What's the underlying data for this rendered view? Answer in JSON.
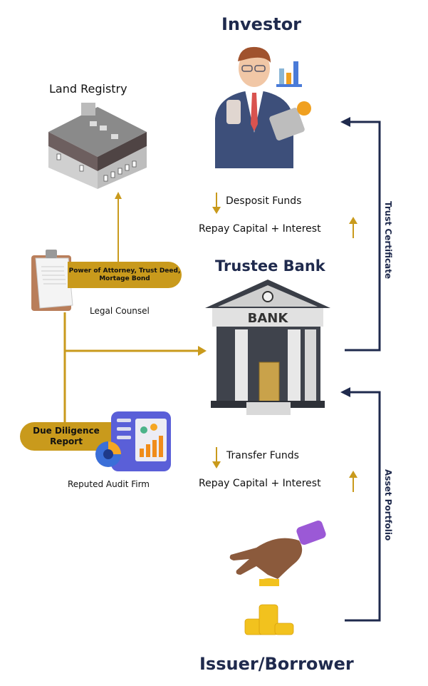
{
  "nodes": {
    "investor": {
      "title": "Investor"
    },
    "trustee_bank": {
      "title": "Trustee Bank",
      "building_sign": "BANK"
    },
    "issuer": {
      "title": "Issuer/Borrower"
    },
    "land_registry": {
      "title": "Land Registry"
    },
    "legal_counsel": {
      "label": "Legal Counsel",
      "documents": "Power of Attorney, Trust Deed, Mortgage Bond",
      "documents_line1": "Power of Attorney, Trust Deed,",
      "documents_line2": "Mortage Bond"
    },
    "audit_firm": {
      "label": "Reputed Audit Firm",
      "report_line1": "Due Diligence",
      "report_line2": "Report"
    }
  },
  "flows": {
    "investor_to_bank": {
      "down_label": "Desposit Funds",
      "up_label": "Repay Capital + Interest"
    },
    "bank_to_issuer": {
      "down_label": "Transfer Funds",
      "up_label": "Repay Capital + Interest"
    },
    "trust_certificate": "Trust Certificate",
    "asset_portfolio": "Asset Portfolio"
  },
  "colors": {
    "gold": "#c99a1c",
    "navy": "#1f2a4d"
  }
}
